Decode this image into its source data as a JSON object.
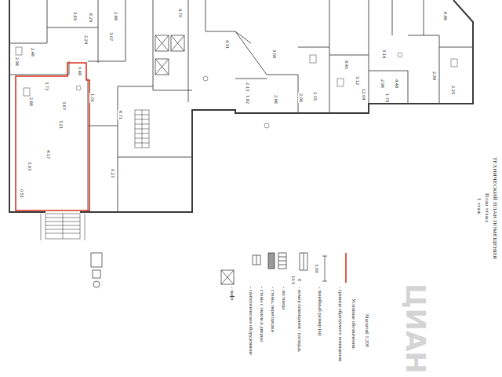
{
  "diagram": {
    "title": "ТЕХНИЧЕСКИЙ ПЛАН ПОМЕЩЕНИЯ",
    "labels": [
      "План этажа",
      "1 этаж",
      "3.73",
      "2.86",
      "3.67",
      "3.21",
      "4.17",
      "3.93",
      "0.51",
      "0.48",
      "2.46",
      "3.69",
      "2.96",
      "1.01",
      "6.71",
      "0.23",
      "6.29",
      "2.24",
      "3.07",
      "2.88",
      "4.70",
      "4.31",
      "2.13",
      "3.08",
      "2.86",
      "2.15",
      "8.41",
      "3.12",
      "3.14",
      "2.96",
      "12.04",
      "4.48",
      "2.99",
      "6.86",
      "2.25",
      "1.79",
      "1.82",
      "2.06",
      "Масштаб 1:200",
      "Условные обозначения:",
      "3.09",
      "6",
      "10.5",
      "ЦИАН"
    ],
    "legend": [
      {
        "text": "- граница образуемого помещения"
      },
      {
        "text": "- линейный размер (м)"
      },
      {
        "text": "- номер помещения / площадь"
      },
      {
        "text": "- лестница"
      },
      {
        "text": "- стены, перегородки"
      },
      {
        "text": "- стены с окном и дверью"
      },
      {
        "text": "- сантехническое оборудование"
      },
      {
        "text": "- лифт"
      }
    ]
  }
}
